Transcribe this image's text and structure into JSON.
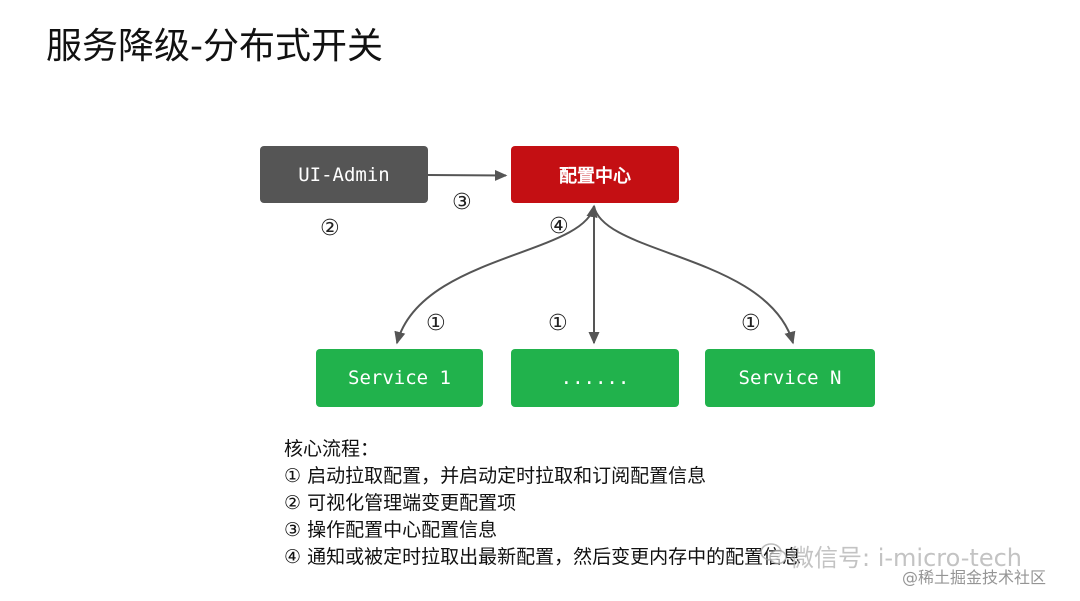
{
  "title": "服务降级-分布式开关",
  "colors": {
    "admin": "#555555",
    "config": "#c40f13",
    "service": "#21b24c",
    "edge": "#555555"
  },
  "nodes": {
    "admin": "UI-Admin",
    "config": "配置中心",
    "service_1": "Service 1",
    "service_more": "......",
    "service_n": "Service N"
  },
  "steps": {
    "admin": "②",
    "admin_to_config": "③",
    "config": "④",
    "service_1": "①",
    "service_more": "①",
    "service_n": "①"
  },
  "legend": {
    "heading": "核心流程：",
    "items": [
      "① 启动拉取配置，并启动定时拉取和订阅配置信息",
      "② 可视化管理端变更配置项",
      "③ 操作配置中心配置信息",
      "④ 通知或被定时拉取出最新配置，然后变更内存中的配置信息"
    ]
  },
  "watermark": {
    "line1": "微信号: i-micro-tech",
    "line2": "@稀土掘金技术社区",
    "icon": "wechat-icon"
  }
}
